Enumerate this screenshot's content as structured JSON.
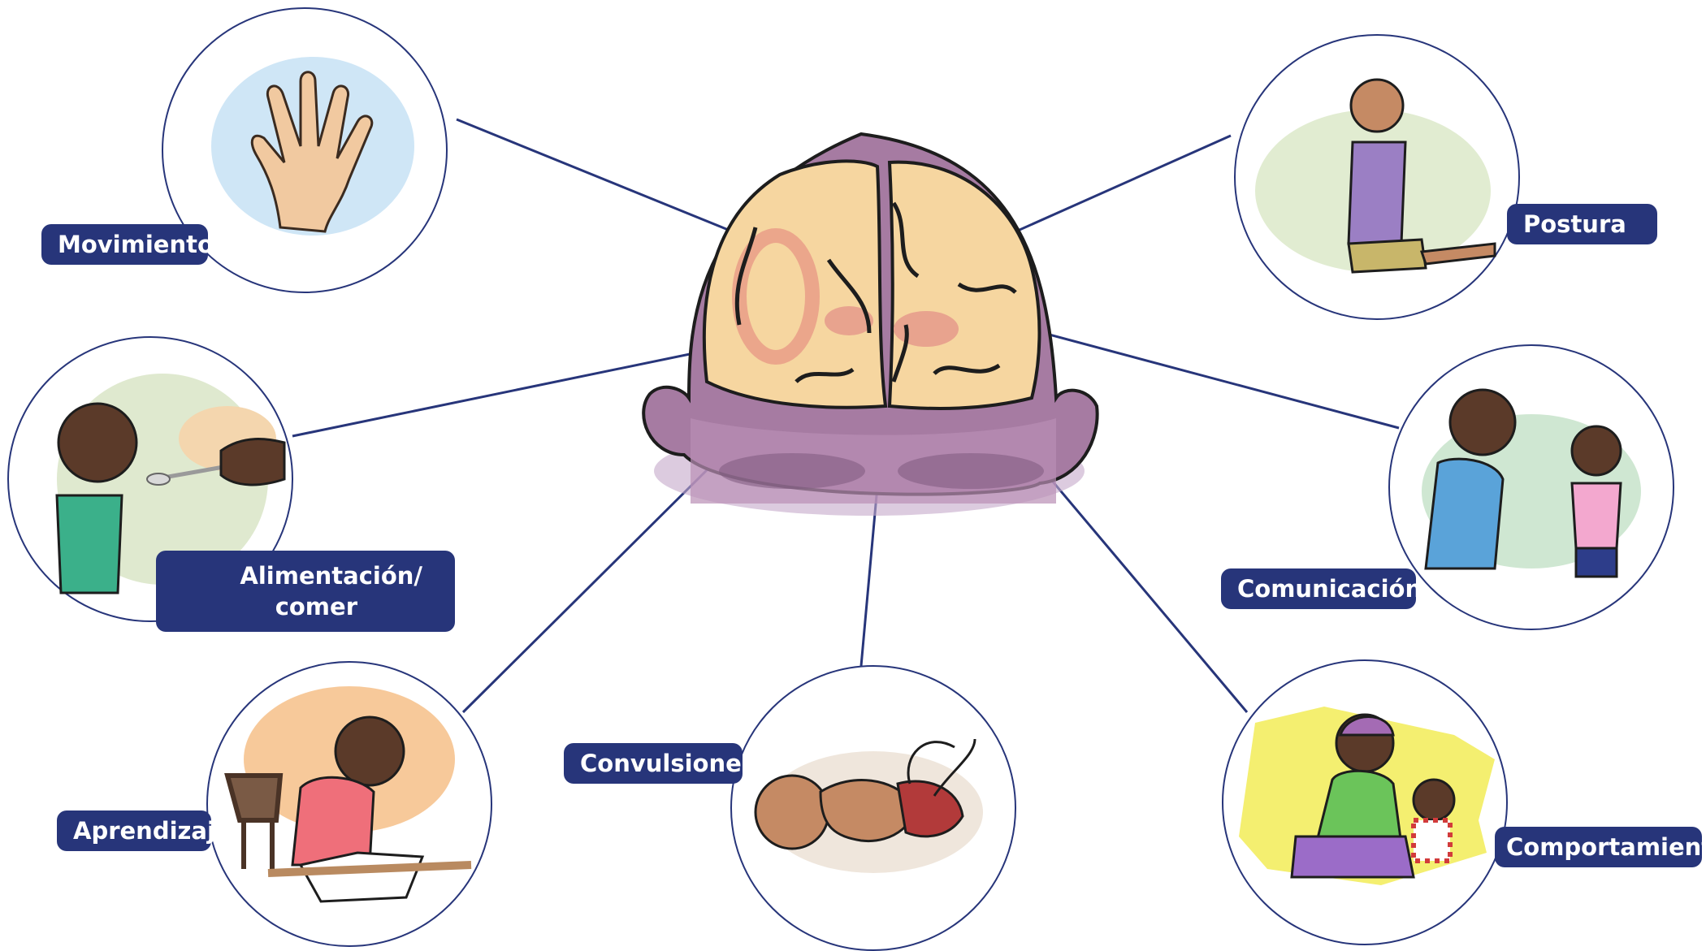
{
  "labels": {
    "movimiento": "Movimiento",
    "alimentacion_1": "Alimentación/",
    "alimentacion_2": "comer",
    "aprendizaje": "Aprendizaje",
    "convulsiones": "Convulsiones",
    "postura": "Postura",
    "comunicacion": "Comunicación",
    "comportamiento": "Comportamiento"
  },
  "colors": {
    "label_bg": "#27357a",
    "line": "#27357a",
    "circle_border": "#27357a",
    "brain_pink": "#f6c3a8",
    "head_purple": "#9c6f9a"
  }
}
